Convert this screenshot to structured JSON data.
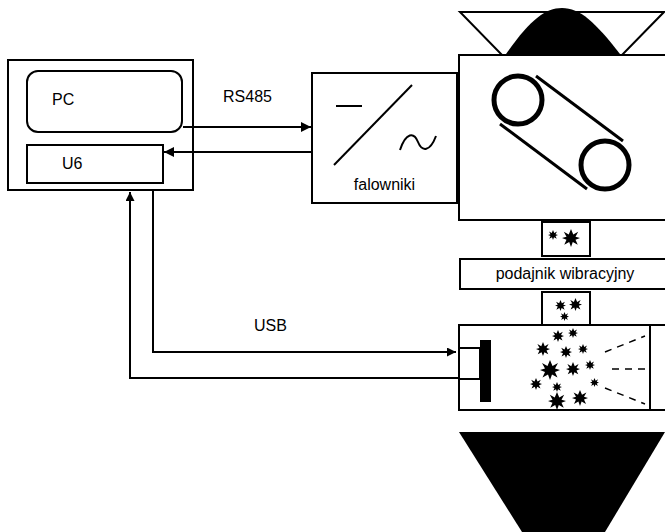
{
  "diagram": {
    "nodes": [
      {
        "text": [
          "PC"
        ]
      },
      {
        "text": [
          "U6"
        ]
      },
      {
        "text": [
          "falowniki"
        ]
      },
      {
        "text": [
          "podajnik wibracyjny"
        ]
      }
    ],
    "edges": [
      {
        "from": 0,
        "to": 2,
        "arrow": "to",
        "label": "RS485"
      },
      {
        "from": 2,
        "to": 1,
        "arrow": "to"
      }
    ],
    "labels": [
      "USB"
    ]
  }
}
